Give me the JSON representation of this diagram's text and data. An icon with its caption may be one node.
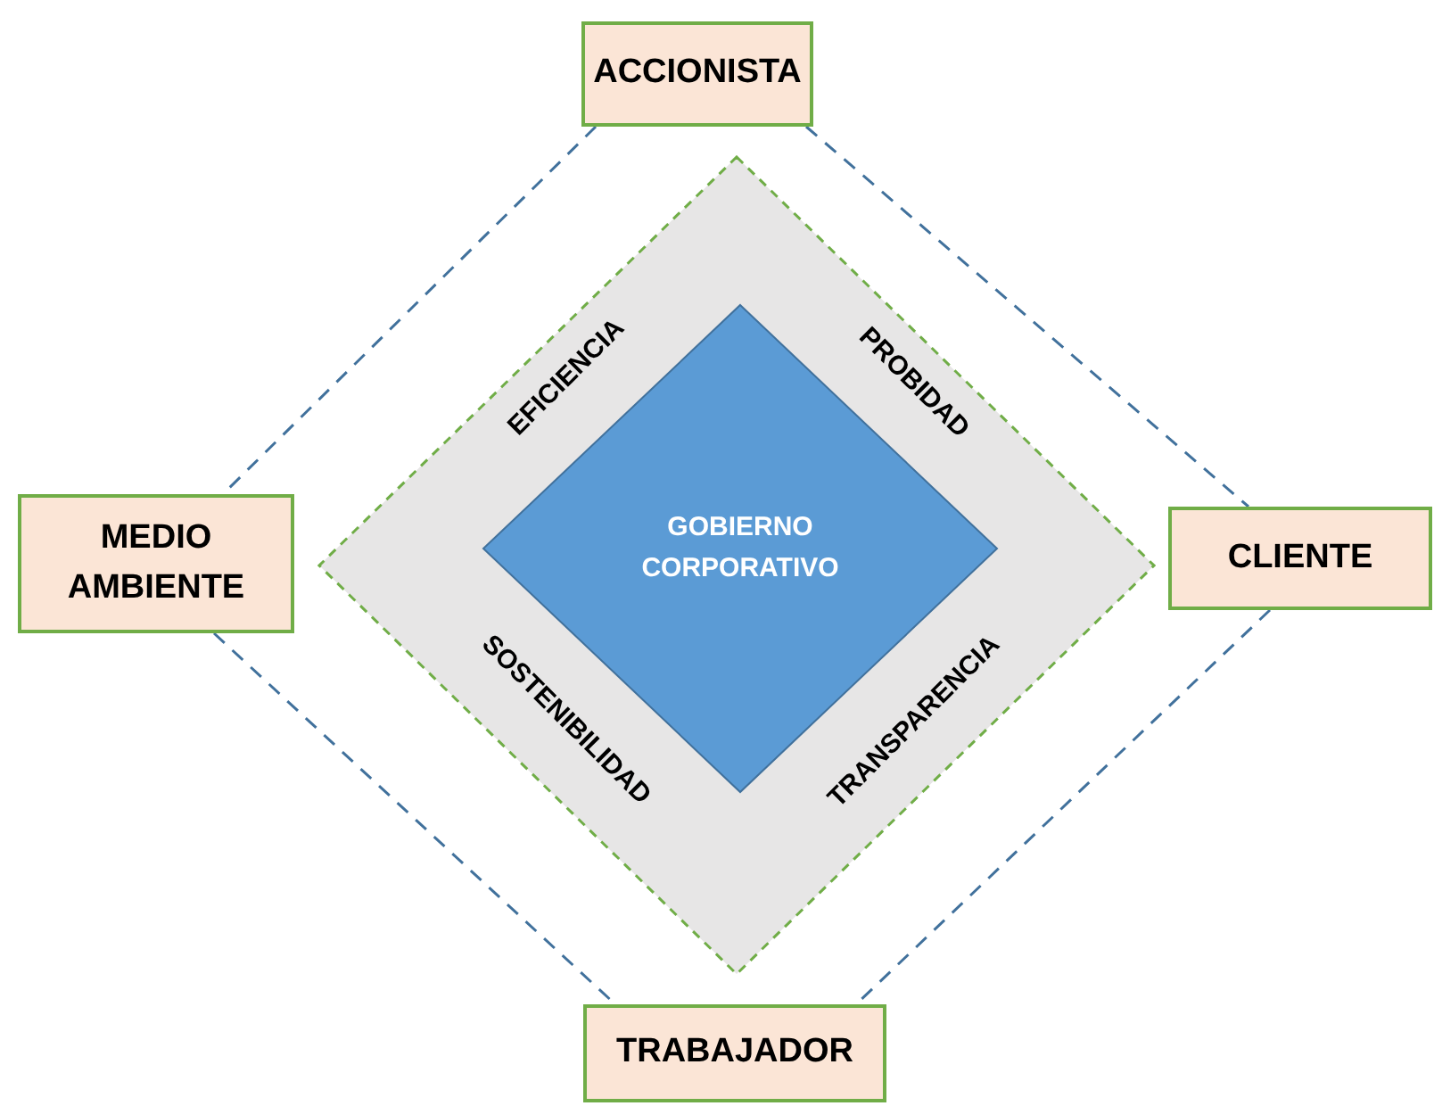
{
  "diagram": {
    "nodes": [
      {
        "text": [
          "ACCIONISTA"
        ]
      },
      {
        "text": [
          "MEDIO AMBIENTE"
        ]
      },
      {
        "text": [
          "EFICIENCIA",
          "PROBIDAD",
          "SOSTENIBILIDAD",
          "TRANSPARENCIA"
        ]
      },
      {
        "text": [
          "GOBIERNO CORPORATIVO"
        ],
        "in": 2
      },
      {
        "text": [
          "CLIENTE"
        ]
      },
      {
        "text": [
          "TRABAJADOR"
        ]
      }
    ],
    "edges": [
      {
        "from": 0,
        "to": 1,
        "arrow": "none",
        "style": "dashed"
      },
      {
        "from": 0,
        "to": 4,
        "arrow": "none",
        "style": "dashed"
      },
      {
        "from": 4,
        "to": 5,
        "arrow": "none",
        "style": "dashed"
      },
      {
        "from": 1,
        "to": 5,
        "arrow": "none",
        "style": "dashed"
      }
    ]
  }
}
